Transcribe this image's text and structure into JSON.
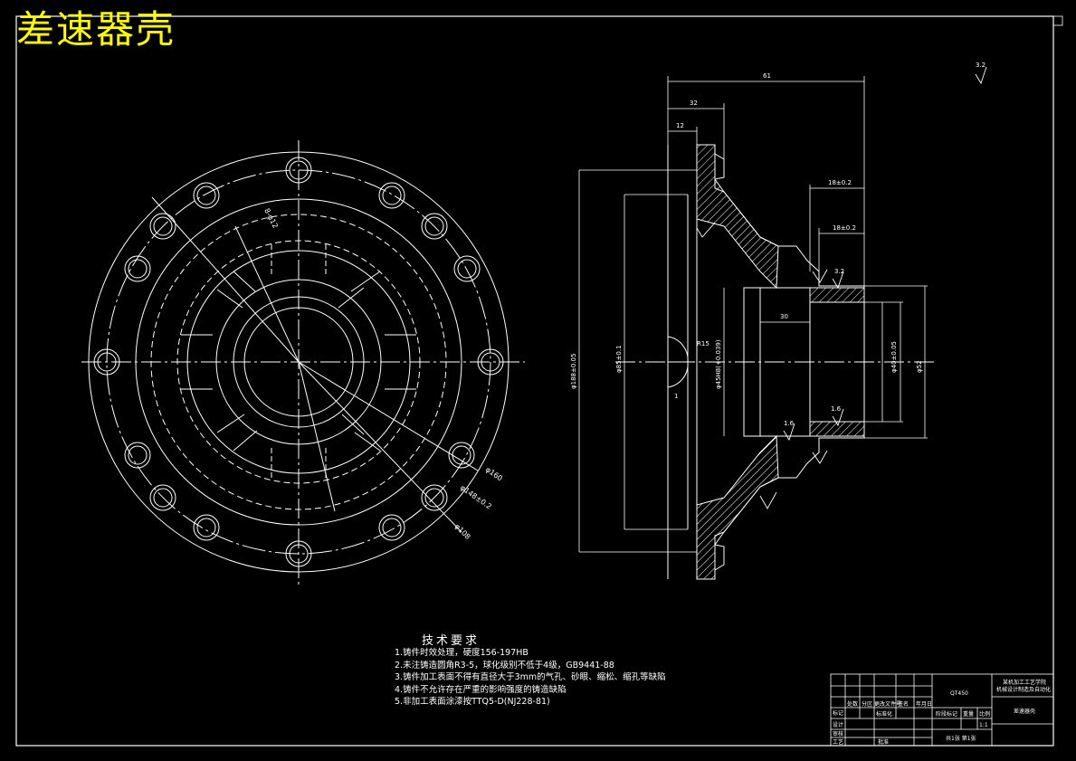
{
  "drawing": {
    "title": "差速器壳",
    "material": "QT450"
  },
  "dimensions": {
    "top_overall": "61",
    "top_mid": "32",
    "top_small": "12",
    "right_short_top": "18±0.2",
    "right_short_mid": "18±0.2",
    "bore_depth": "30",
    "left_big_diameter": "φ188±0.05",
    "left_inner_diameter": "φ85±0.1",
    "center_bore": "φ45H8(+0.039)",
    "right_inner": "φ40±0.05",
    "right_outer": "φ52",
    "hole_note": "8-φ12",
    "pcd": "φ160",
    "radial_note_1": "φ148±0.2",
    "radial_note_2": "φ108",
    "radius_note": "R15",
    "flat_note": "1",
    "roughness_top": "3.2",
    "roughness_1": "3.2",
    "roughness_2": "1.6",
    "roughness_3": "1.6"
  },
  "requirements": {
    "heading": "技术要求",
    "items": [
      "1.铸件时效处理，硬度156-197HB",
      "2.未注铸造圆角R3-5，球化级别不低于4级，GB9441-88",
      "3.铸件加工表面不得有直径大于3mm的气孔、砂眼、缩松、缩孔等缺陷",
      "4.铸件不允许存在严重的影响强度的铸造缺陷",
      "5.非加工表面涂漆按TTQ5-D(NJ228-81)"
    ]
  },
  "title_block": {
    "label_material": "QT450",
    "org_line1": "某机加工工艺学院",
    "org_line2": "机械设计制造及自动化",
    "drawing_name": "差速器壳",
    "row_labels": [
      "标记",
      "处数",
      "分区",
      "更改文件号",
      "签名",
      "年月日"
    ],
    "sub_labels": [
      "设计",
      "标准化",
      "审核",
      "工艺",
      "批准"
    ],
    "stage_labels": [
      "阶段标记",
      "重量",
      "比例"
    ],
    "scale": "1:1",
    "sheet_info": "共1张 第1张"
  },
  "colors": {
    "background": "#000000",
    "lines": "#ffffff",
    "title": "#ffff00"
  }
}
